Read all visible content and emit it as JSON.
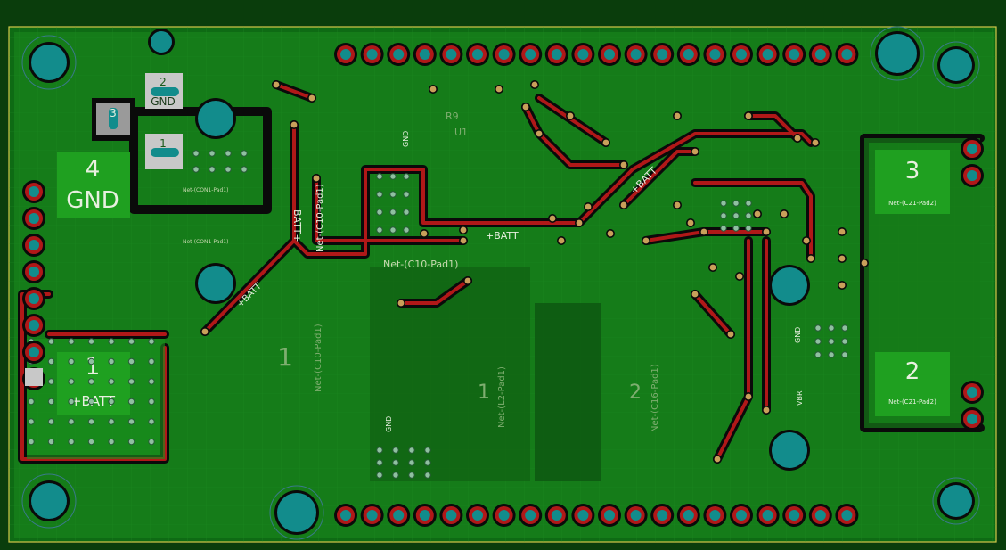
{
  "pads": {
    "p4_num": "4",
    "p4_name": "GND",
    "p1_num": "1",
    "p1_name": "+BATT",
    "p3_num": "3",
    "p2_num": "2",
    "net_c21_pad2": "Net-(C21-Pad2)"
  },
  "conn": {
    "pin3": "3",
    "pin2": "2",
    "pin2_name": "GND",
    "pin1": "1"
  },
  "labels": {
    "plus_batt": "+BATT",
    "batt_plus": "BATT+",
    "net_c10_pad1": "Net-(C10-Pad1)",
    "net_l2_pad1": "Net-(L2-Pad1)",
    "net_c16_pad1": "Net-(C16-Pad1)",
    "net_con1_pad1": "Net-(CON1-Pad1)",
    "gnd": "GND",
    "vbr": "VBR",
    "big_1a": "1",
    "big_1b": "1",
    "big_2": "2",
    "r9": "R9",
    "u1": "U1"
  },
  "colors": {
    "board": "#0e6b14",
    "copper_fill": "#1c8a1e",
    "trace_red": "#b01818",
    "trace_dark": "#0a0a0a",
    "pad_teal": "#128c8c",
    "via_tan": "#c9a05a",
    "silkscreen": "#e8f0e0",
    "pad_gray": "#c8c8c8"
  }
}
